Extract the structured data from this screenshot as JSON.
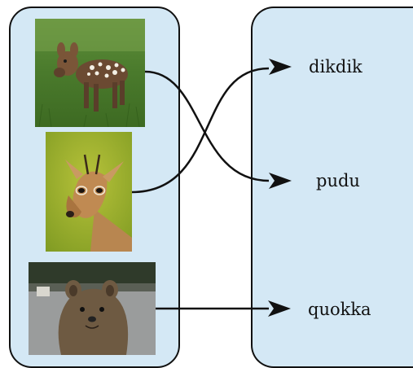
{
  "colors": {
    "panel_fill": "#d4e8f5",
    "panel_border": "#111111",
    "line": "#111111"
  },
  "left_items": [
    {
      "animal": "pudu",
      "image_icon": "pudu-photo"
    },
    {
      "animal": "dikdik",
      "image_icon": "dikdik-photo"
    },
    {
      "animal": "quokka",
      "image_icon": "quokka-photo"
    }
  ],
  "right_labels": [
    "dikdik",
    "pudu",
    "quokka"
  ],
  "connections": [
    {
      "from": "pudu",
      "to": "pudu"
    },
    {
      "from": "dikdik",
      "to": "dikdik"
    },
    {
      "from": "quokka",
      "to": "quokka"
    }
  ]
}
